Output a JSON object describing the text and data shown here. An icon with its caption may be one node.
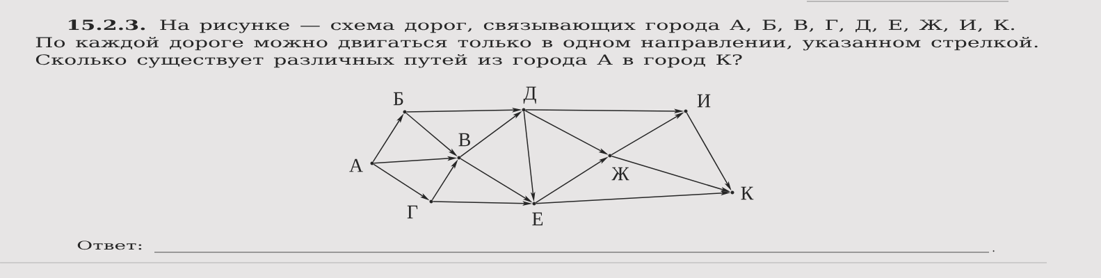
{
  "diagram": {
    "nodes": [
      {
        "text": [
          "А"
        ]
      },
      {
        "text": [
          "Б"
        ]
      },
      {
        "text": [
          "В"
        ]
      },
      {
        "text": [
          "Г"
        ]
      },
      {
        "text": [
          "Д"
        ]
      },
      {
        "text": [
          "Е"
        ]
      },
      {
        "text": [
          "Ж"
        ]
      },
      {
        "text": [
          "И"
        ]
      },
      {
        "text": [
          "К"
        ]
      }
    ],
    "edges": [
      {
        "from": 0,
        "to": 1,
        "arrow": "to"
      },
      {
        "from": 0,
        "to": 2,
        "arrow": "to"
      },
      {
        "from": 0,
        "to": 3,
        "arrow": "to"
      },
      {
        "from": 1,
        "to": 2,
        "arrow": "to"
      },
      {
        "from": 1,
        "to": 4,
        "arrow": "to"
      },
      {
        "from": 3,
        "to": 2,
        "arrow": "to"
      },
      {
        "from": 3,
        "to": 5,
        "arrow": "to"
      },
      {
        "from": 2,
        "to": 4,
        "arrow": "to"
      },
      {
        "from": 2,
        "to": 5,
        "arrow": "to"
      },
      {
        "from": 4,
        "to": 5,
        "arrow": "to"
      },
      {
        "from": 4,
        "to": 6,
        "arrow": "to"
      },
      {
        "from": 4,
        "to": 7,
        "arrow": "to"
      },
      {
        "from": 5,
        "to": 6,
        "arrow": "to"
      },
      {
        "from": 5,
        "to": 8,
        "arrow": "to"
      },
      {
        "from": 6,
        "to": 7,
        "arrow": "to"
      },
      {
        "from": 6,
        "to": 8,
        "arrow": "to"
      },
      {
        "from": 7,
        "to": 8,
        "arrow": "to"
      }
    ],
    "labels": [
      "**15.2.3.** На рисунке — схема дорог, связывающих города А, Б, В, Г, Д, Е, Ж, И, К. По каждой дороге можно двигаться только в одном направлении, указанном стрелкой. Сколько существует различных путей из города А в город К?",
      "Ответ:",
      "."
    ]
  }
}
